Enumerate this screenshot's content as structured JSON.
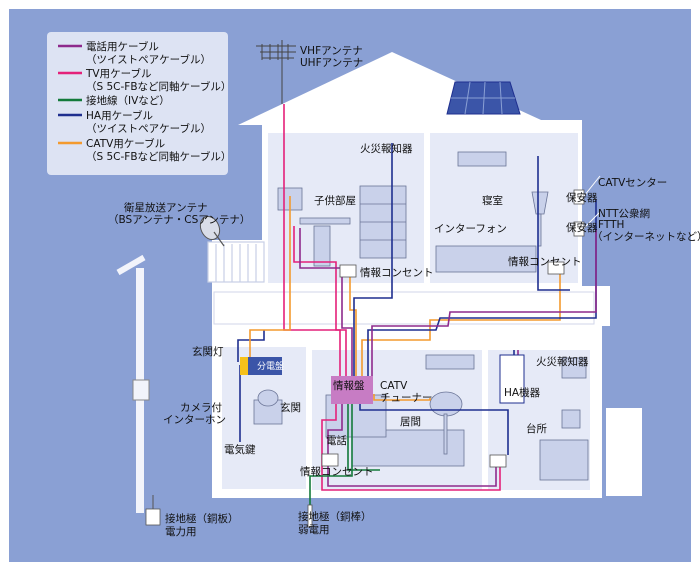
{
  "legend": [
    {
      "line1": "電話用ケーブル",
      "line2": "（ツイストペアケーブル）",
      "color": "#8e2a8c"
    },
    {
      "line1": "TV用ケーブル",
      "line2": "（S 5C-FBなど同軸ケーブル）",
      "color": "#e4217a"
    },
    {
      "line1": "接地線（IVなど）",
      "line2": "",
      "color": "#137a3a"
    },
    {
      "line1": "HA用ケーブル",
      "line2": "（ツイストペアケーブル）",
      "color": "#1f2f8f"
    },
    {
      "line1": "CATV用ケーブル",
      "line2": "（S 5C-FBなど同軸ケーブル）",
      "color": "#f39a2e"
    }
  ],
  "labels": {
    "vhf": "VHFアンテナ",
    "uhf": "UHFアンテナ",
    "fire_upper": "火災報知器",
    "kids_room": "子供部屋",
    "bedroom": "寝室",
    "satellite_1": "衛星放送アンテナ",
    "satellite_2": "（BSアンテナ・CSアンテナ）",
    "interphone": "インターフォン",
    "outlet_kids": "情報コンセント",
    "outlet_bed": "情報コンセント",
    "catv_center": "CATVセンター",
    "protector_1": "保安器",
    "protector_2": "保安器",
    "ntt_1": "NTT公衆網",
    "ntt_2": "FTTH",
    "ntt_3": "（インターネットなど）",
    "entrance_light": "玄関灯",
    "breaker": "分電盤",
    "info_panel": "情報盤",
    "catv_tuner_1": "CATV",
    "catv_tuner_2": "チューナー",
    "fire_lower": "火災報知器",
    "ha_device": "HA機器",
    "camera_1": "カメラ付",
    "camera_2": "インターホン",
    "entrance": "玄関",
    "phone": "電話",
    "living": "居間",
    "kitchen": "台所",
    "e_lock": "電気鍵",
    "outlet_living": "情報コンセント",
    "ground_power_1": "接地極（銅板）",
    "ground_power_2": "電力用",
    "ground_weak_1": "接地極（銅棒）",
    "ground_weak_2": "弱電用"
  }
}
